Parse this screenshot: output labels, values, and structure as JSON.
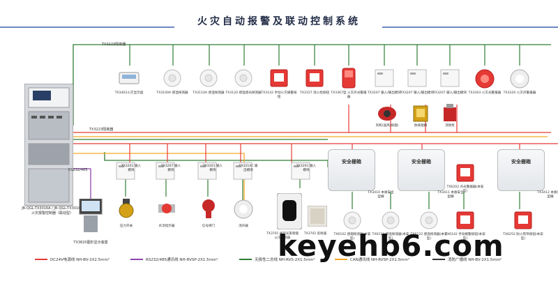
{
  "title": "火灾自动报警及联动控制系统",
  "panel": {
    "model": "JB-QGL-TX3016A / JB-QGL-TX3016A",
    "name": "火灾报警控制器（联动型）"
  },
  "bus_labels": {
    "rs232": "RS232/485",
    "module_tx3223": "TX3223隔离器",
    "top_module": "TX3223隔离器"
  },
  "top_row": [
    {
      "label": "TX3403火灾显示盘"
    },
    {
      "label": "TX3100A 感温探测器"
    },
    {
      "label": "TX3110A 感温探测器"
    },
    {
      "label": "TX3120 感温感光探测器"
    },
    {
      "label": "TX3142 手动火灾报警按钮"
    },
    {
      "label": "TX3157 消火栓按钮"
    },
    {
      "label": "TX3367型 火灾声光警报器"
    },
    {
      "label": "TX3207 输入/输出模块"
    },
    {
      "label": "TX3207 输入/输出模块"
    },
    {
      "label": "TX3207 输入/输出模块"
    },
    {
      "label": "TX3303 火灾光警报器"
    },
    {
      "label": "TX3320 火灾声警报器"
    }
  ],
  "top_sub": [
    {
      "label": "风机(送风/排烟)"
    },
    {
      "label": "防排烟阀"
    },
    {
      "label": "消防泵"
    }
  ],
  "mid_row": [
    {
      "label": "TX3201 输入模块"
    },
    {
      "label": "TX3207 输入模块"
    },
    {
      "label": "TX3201 输入模块"
    },
    {
      "label": "TX3214C 输出模块"
    },
    {
      "label": "TX3201 输入模块"
    }
  ],
  "mid_sub": [
    {
      "label": "压力开关"
    },
    {
      "label": "水流指示器"
    },
    {
      "label": "信号阀门"
    },
    {
      "label": "消声器"
    }
  ],
  "beam": [
    {
      "label": "TX3701 线型光束感烟火灾探测器"
    },
    {
      "label": "TX3702 反射器"
    }
  ],
  "graphic_pc": "TX3820图形显示装置",
  "safety_boxes": [
    {
      "title": "安全栅箱",
      "label": "TX3410 本质安全型栅"
    },
    {
      "title": "安全栅箱",
      "label": "TX3411 本质安全型栅"
    },
    {
      "title": "安全栅箱",
      "label": "TX3412 本质安全型栅"
    }
  ],
  "ex_devices": [
    {
      "label": "TX6102 感烟探测器(本安型)"
    },
    {
      "label": "TX6112 感温探测器(本安型)"
    },
    {
      "label": "TX6122 感温探测器(本安型)"
    },
    {
      "label": "TX6142 手动报警按钮(本安型)"
    },
    {
      "label": "TX6202 声光警报器(本安型)"
    },
    {
      "label": "TX6252 防火卷帘按钮(本安型)"
    }
  ],
  "legend": [
    {
      "label": "DC24V电源线  NH-BV-2X2.5mm²",
      "color": "#e53935"
    },
    {
      "label": "RS232/485通讯线  NH-RVSP-2X1.5mm²",
      "color": "#8e44ad"
    },
    {
      "label": "无极性二总线  NH-RVS-2X1.5mm²",
      "color": "#2e7d32"
    },
    {
      "label": "CAN通讯线  NH-RVSP-2X1.5mm²",
      "color": "#f5a623"
    },
    {
      "label": "消防广播线  NH-BV-2X1.5mm²",
      "color": "#333333"
    }
  ],
  "watermark": "keyehb6.com",
  "colors": {
    "red": "#e53935",
    "green": "#2e7d32",
    "orange": "#f5a623",
    "purple": "#8e44ad",
    "blue": "#6e86c4"
  }
}
